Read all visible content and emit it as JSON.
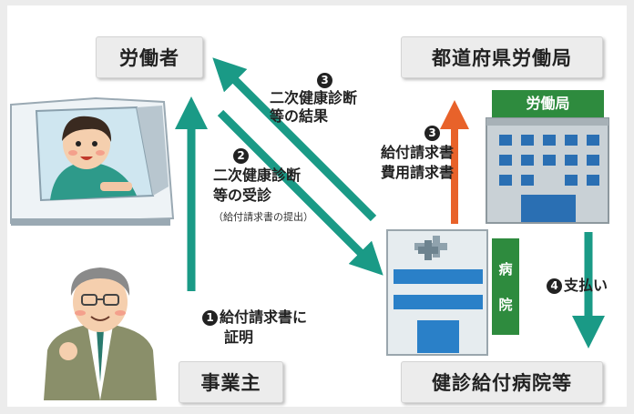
{
  "boxes": {
    "worker": "労働者",
    "labor_bureau": "都道府県労働局",
    "employer": "事業主",
    "hospital": "健診給付病院等"
  },
  "steps": {
    "step1": {
      "num": "1",
      "line1": "給付請求書に",
      "line2": "証明"
    },
    "step2": {
      "num": "2",
      "line1": "二次健康診断",
      "line2": "等の受診",
      "note": "（給付請求書の提出）"
    },
    "step3a": {
      "num": "3",
      "line1": "二次健康診断",
      "line2": "等の結果"
    },
    "step3b": {
      "num": "3",
      "line1": "給付請求書",
      "line2": "費用請求書"
    },
    "step4": {
      "num": "4",
      "label": "支払い"
    }
  },
  "signs": {
    "bureau_sign": "労働局",
    "hospital_sign_1": "病",
    "hospital_sign_2": "院"
  },
  "colors": {
    "teal": "#1a9a86",
    "orange": "#e8622a",
    "sign_green": "#2e8b3e"
  }
}
